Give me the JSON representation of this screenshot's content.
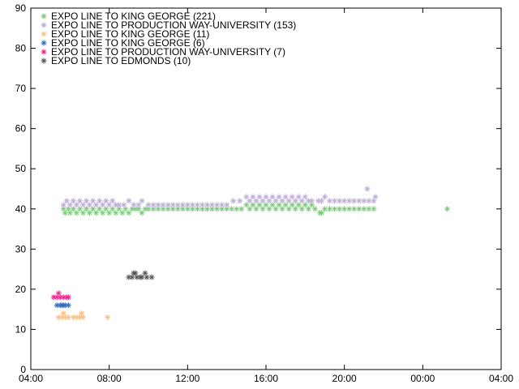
{
  "chart_data": {
    "type": "scatter",
    "title": "",
    "xlabel": "",
    "ylabel": "",
    "grid": false,
    "legend_position": "top-left",
    "x_axis": {
      "range": [
        "04:00",
        "04:00"
      ],
      "ticks": [
        "04:00",
        "08:00",
        "12:00",
        "16:00",
        "20:00",
        "00:00",
        "04:00"
      ]
    },
    "y_axis": {
      "range": [
        0,
        90
      ],
      "ticks": [
        0,
        10,
        20,
        30,
        40,
        50,
        60,
        70,
        80,
        90
      ]
    },
    "series": [
      {
        "name": "EXPO LINE TO KING GEORGE (221)",
        "color": "#7fc97f",
        "points": [
          [
            "05:40",
            40
          ],
          [
            "05:45",
            39
          ],
          [
            "05:55",
            40
          ],
          [
            "06:00",
            39
          ],
          [
            "06:10",
            40
          ],
          [
            "06:20",
            39
          ],
          [
            "06:30",
            40
          ],
          [
            "06:40",
            39
          ],
          [
            "06:50",
            40
          ],
          [
            "07:00",
            39
          ],
          [
            "07:10",
            40
          ],
          [
            "07:20",
            39
          ],
          [
            "07:30",
            40
          ],
          [
            "07:40",
            39
          ],
          [
            "07:50",
            40
          ],
          [
            "08:00",
            39
          ],
          [
            "08:10",
            40
          ],
          [
            "08:20",
            39
          ],
          [
            "08:30",
            40
          ],
          [
            "08:40",
            39
          ],
          [
            "08:50",
            40
          ],
          [
            "09:00",
            39
          ],
          [
            "09:10",
            40
          ],
          [
            "09:20",
            40
          ],
          [
            "09:30",
            40
          ],
          [
            "09:40",
            39
          ],
          [
            "09:50",
            40
          ],
          [
            "10:00",
            40
          ],
          [
            "10:15",
            40
          ],
          [
            "10:30",
            40
          ],
          [
            "10:45",
            40
          ],
          [
            "11:00",
            40
          ],
          [
            "11:15",
            40
          ],
          [
            "11:30",
            40
          ],
          [
            "11:45",
            40
          ],
          [
            "12:00",
            40
          ],
          [
            "12:15",
            40
          ],
          [
            "12:30",
            40
          ],
          [
            "12:45",
            40
          ],
          [
            "13:00",
            40
          ],
          [
            "13:15",
            40
          ],
          [
            "13:30",
            40
          ],
          [
            "13:45",
            40
          ],
          [
            "14:00",
            40
          ],
          [
            "14:15",
            40
          ],
          [
            "14:30",
            40
          ],
          [
            "14:45",
            40
          ],
          [
            "15:00",
            41
          ],
          [
            "15:10",
            40
          ],
          [
            "15:20",
            41
          ],
          [
            "15:30",
            40
          ],
          [
            "15:40",
            41
          ],
          [
            "15:50",
            40
          ],
          [
            "16:00",
            41
          ],
          [
            "16:10",
            40
          ],
          [
            "16:20",
            41
          ],
          [
            "16:30",
            40
          ],
          [
            "16:40",
            41
          ],
          [
            "16:50",
            40
          ],
          [
            "17:00",
            41
          ],
          [
            "17:10",
            40
          ],
          [
            "17:20",
            41
          ],
          [
            "17:30",
            40
          ],
          [
            "17:40",
            41
          ],
          [
            "17:50",
            40
          ],
          [
            "18:00",
            41
          ],
          [
            "18:10",
            40
          ],
          [
            "18:20",
            41
          ],
          [
            "18:30",
            40
          ],
          [
            "18:45",
            39
          ],
          [
            "18:50",
            39
          ],
          [
            "19:00",
            40
          ],
          [
            "19:15",
            40
          ],
          [
            "19:30",
            40
          ],
          [
            "19:45",
            40
          ],
          [
            "20:00",
            40
          ],
          [
            "20:15",
            40
          ],
          [
            "20:30",
            40
          ],
          [
            "20:45",
            40
          ],
          [
            "21:00",
            40
          ],
          [
            "21:15",
            40
          ],
          [
            "21:30",
            40
          ],
          [
            "01:15",
            40
          ]
        ]
      },
      {
        "name": "EXPO LINE TO PRODUCTION WAY-UNIVERSITY (153)",
        "color": "#beaed4",
        "points": [
          [
            "05:40",
            41
          ],
          [
            "05:50",
            42
          ],
          [
            "06:00",
            41
          ],
          [
            "06:10",
            42
          ],
          [
            "06:20",
            41
          ],
          [
            "06:30",
            42
          ],
          [
            "06:40",
            41
          ],
          [
            "06:50",
            42
          ],
          [
            "07:00",
            41
          ],
          [
            "07:10",
            42
          ],
          [
            "07:20",
            41
          ],
          [
            "07:30",
            42
          ],
          [
            "07:40",
            41
          ],
          [
            "07:50",
            42
          ],
          [
            "08:00",
            41
          ],
          [
            "08:10",
            42
          ],
          [
            "08:20",
            41
          ],
          [
            "08:30",
            41
          ],
          [
            "08:45",
            41
          ],
          [
            "09:00",
            42
          ],
          [
            "09:15",
            41
          ],
          [
            "09:30",
            41
          ],
          [
            "09:40",
            42
          ],
          [
            "10:00",
            41
          ],
          [
            "10:15",
            41
          ],
          [
            "10:30",
            41
          ],
          [
            "10:45",
            41
          ],
          [
            "11:00",
            41
          ],
          [
            "11:15",
            41
          ],
          [
            "11:30",
            41
          ],
          [
            "11:45",
            41
          ],
          [
            "12:00",
            41
          ],
          [
            "12:15",
            41
          ],
          [
            "12:30",
            41
          ],
          [
            "12:45",
            41
          ],
          [
            "13:00",
            41
          ],
          [
            "13:15",
            41
          ],
          [
            "13:30",
            41
          ],
          [
            "13:45",
            41
          ],
          [
            "14:00",
            41
          ],
          [
            "14:20",
            42
          ],
          [
            "14:40",
            42
          ],
          [
            "15:00",
            43
          ],
          [
            "15:10",
            42
          ],
          [
            "15:20",
            43
          ],
          [
            "15:30",
            42
          ],
          [
            "15:40",
            43
          ],
          [
            "15:50",
            42
          ],
          [
            "16:00",
            43
          ],
          [
            "16:10",
            42
          ],
          [
            "16:20",
            43
          ],
          [
            "16:30",
            42
          ],
          [
            "16:40",
            43
          ],
          [
            "16:50",
            42
          ],
          [
            "17:00",
            43
          ],
          [
            "17:10",
            42
          ],
          [
            "17:20",
            43
          ],
          [
            "17:30",
            42
          ],
          [
            "17:40",
            43
          ],
          [
            "17:50",
            42
          ],
          [
            "18:00",
            43
          ],
          [
            "18:10",
            42
          ],
          [
            "18:20",
            42
          ],
          [
            "18:40",
            42
          ],
          [
            "18:50",
            42
          ],
          [
            "19:00",
            43
          ],
          [
            "19:15",
            42
          ],
          [
            "19:30",
            42
          ],
          [
            "19:45",
            42
          ],
          [
            "20:00",
            42
          ],
          [
            "20:15",
            42
          ],
          [
            "20:30",
            42
          ],
          [
            "20:45",
            42
          ],
          [
            "21:00",
            42
          ],
          [
            "21:10",
            45
          ],
          [
            "21:15",
            42
          ],
          [
            "21:30",
            42
          ],
          [
            "21:35",
            43
          ]
        ]
      },
      {
        "name": "EXPO LINE TO KING GEORGE (11)",
        "color": "#fdc086",
        "points": [
          [
            "05:25",
            13
          ],
          [
            "05:35",
            13
          ],
          [
            "05:40",
            14
          ],
          [
            "05:45",
            13
          ],
          [
            "05:55",
            13
          ],
          [
            "06:10",
            13
          ],
          [
            "06:30",
            13
          ],
          [
            "06:35",
            14
          ],
          [
            "06:40",
            13
          ],
          [
            "07:55",
            13
          ],
          [
            "06:20",
            13
          ]
        ]
      },
      {
        "name": "EXPO LINE TO KING GEORGE (6)",
        "color": "#386cb0",
        "points": [
          [
            "05:20",
            16
          ],
          [
            "05:30",
            16
          ],
          [
            "05:35",
            16
          ],
          [
            "05:40",
            16
          ],
          [
            "05:45",
            16
          ],
          [
            "05:55",
            16
          ]
        ]
      },
      {
        "name": "EXPO LINE TO PRODUCTION WAY-UNIVERSITY (7)",
        "color": "#e7298a",
        "points": [
          [
            "05:10",
            18
          ],
          [
            "05:20",
            18
          ],
          [
            "05:25",
            19
          ],
          [
            "05:30",
            18
          ],
          [
            "05:40",
            18
          ],
          [
            "05:50",
            18
          ],
          [
            "05:55",
            18
          ]
        ]
      },
      {
        "name": "EXPO LINE TO EDMONDS (10)",
        "color": "#555555",
        "points": [
          [
            "09:00",
            23
          ],
          [
            "09:10",
            23
          ],
          [
            "09:15",
            24
          ],
          [
            "09:20",
            24
          ],
          [
            "09:25",
            23
          ],
          [
            "09:40",
            23
          ],
          [
            "09:50",
            24
          ],
          [
            "09:55",
            23
          ],
          [
            "10:10",
            23
          ],
          [
            "09:35",
            23
          ]
        ]
      }
    ]
  }
}
